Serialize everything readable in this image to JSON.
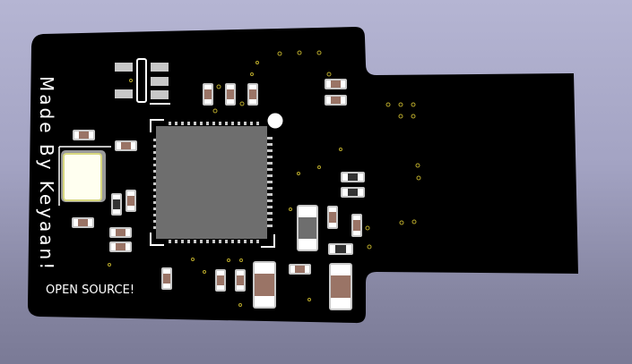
{
  "viewer": {
    "background_top": "#b5b5d3",
    "background_bottom": "#7a7a96"
  },
  "board": {
    "soldermask_color": "#000000",
    "silkscreen_color": "#ffffff",
    "via_color": "#b8a82a",
    "silkscreen": {
      "side_text": "Made By Keyaan!",
      "bottom_text": "OPEN SOURCE!"
    },
    "components": {
      "mcu": "QFP-64 microcontroller",
      "crystal": "SMD crystal oscillator",
      "regulator": "SOT-23-5 regulator",
      "passives": "0603/0805/1206 resistors and capacitors"
    },
    "connector": "USB-A edge connector"
  }
}
